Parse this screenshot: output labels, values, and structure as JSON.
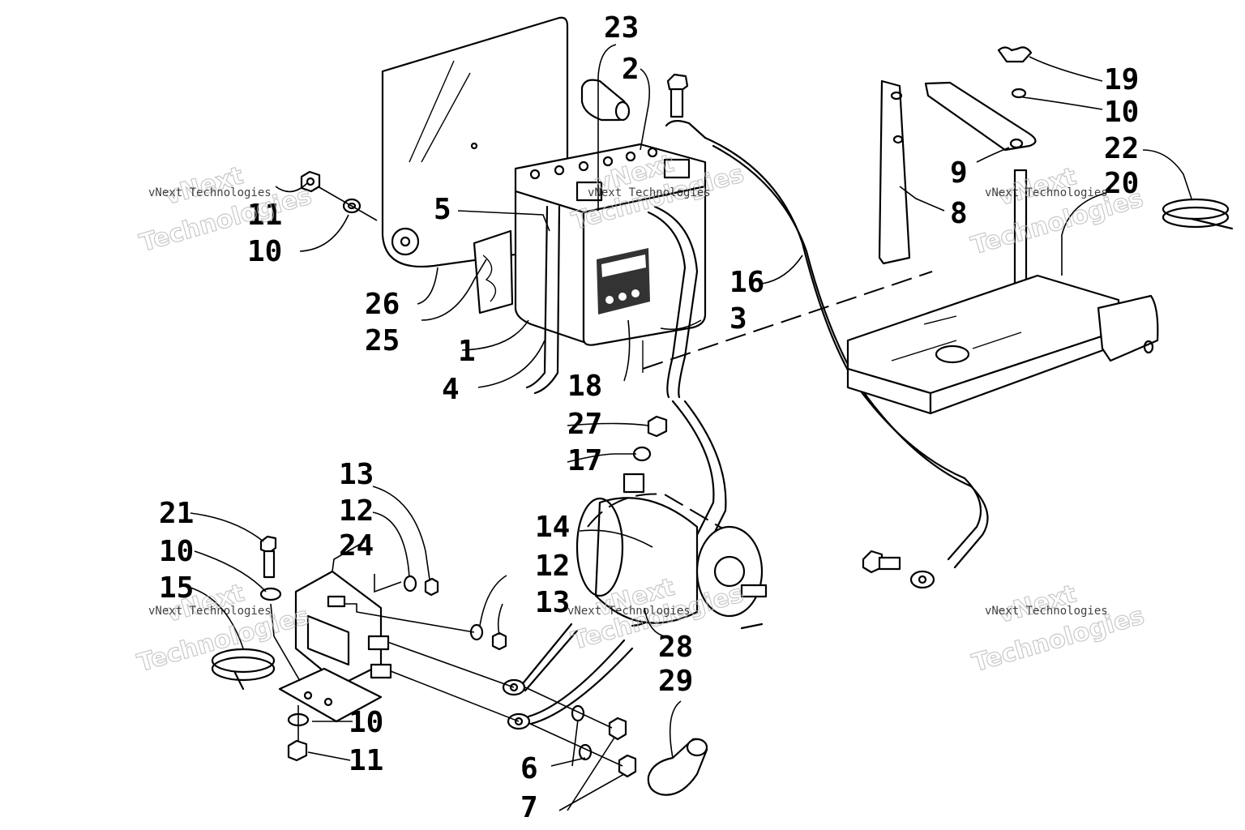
{
  "callouts": [
    {
      "id": "c1",
      "text": "1"
    },
    {
      "id": "c2",
      "text": "2"
    },
    {
      "id": "c3",
      "text": "3"
    },
    {
      "id": "c4",
      "text": "4"
    },
    {
      "id": "c5",
      "text": "5"
    },
    {
      "id": "c6",
      "text": "6"
    },
    {
      "id": "c7",
      "text": "7"
    },
    {
      "id": "c8",
      "text": "8"
    },
    {
      "id": "c9",
      "text": "9"
    },
    {
      "id": "c10a",
      "text": "10"
    },
    {
      "id": "c10b",
      "text": "10"
    },
    {
      "id": "c10c",
      "text": "10"
    },
    {
      "id": "c10d",
      "text": "10"
    },
    {
      "id": "c11a",
      "text": "11"
    },
    {
      "id": "c11b",
      "text": "11"
    },
    {
      "id": "c12a",
      "text": "12"
    },
    {
      "id": "c12b",
      "text": "12"
    },
    {
      "id": "c13a",
      "text": "13"
    },
    {
      "id": "c13b",
      "text": "13"
    },
    {
      "id": "c14",
      "text": "14"
    },
    {
      "id": "c15",
      "text": "15"
    },
    {
      "id": "c16",
      "text": "16"
    },
    {
      "id": "c17",
      "text": "17"
    },
    {
      "id": "c18",
      "text": "18"
    },
    {
      "id": "c19",
      "text": "19"
    },
    {
      "id": "c20",
      "text": "20"
    },
    {
      "id": "c21",
      "text": "21"
    },
    {
      "id": "c22",
      "text": "22"
    },
    {
      "id": "c23",
      "text": "23"
    },
    {
      "id": "c24",
      "text": "24"
    },
    {
      "id": "c25",
      "text": "25"
    },
    {
      "id": "c26",
      "text": "26"
    },
    {
      "id": "c27",
      "text": "27"
    },
    {
      "id": "c28",
      "text": "28"
    },
    {
      "id": "c29",
      "text": "29"
    }
  ],
  "watermark": {
    "company": "vNext Technologies",
    "line1": "vNext",
    "line2": "Technologies"
  }
}
